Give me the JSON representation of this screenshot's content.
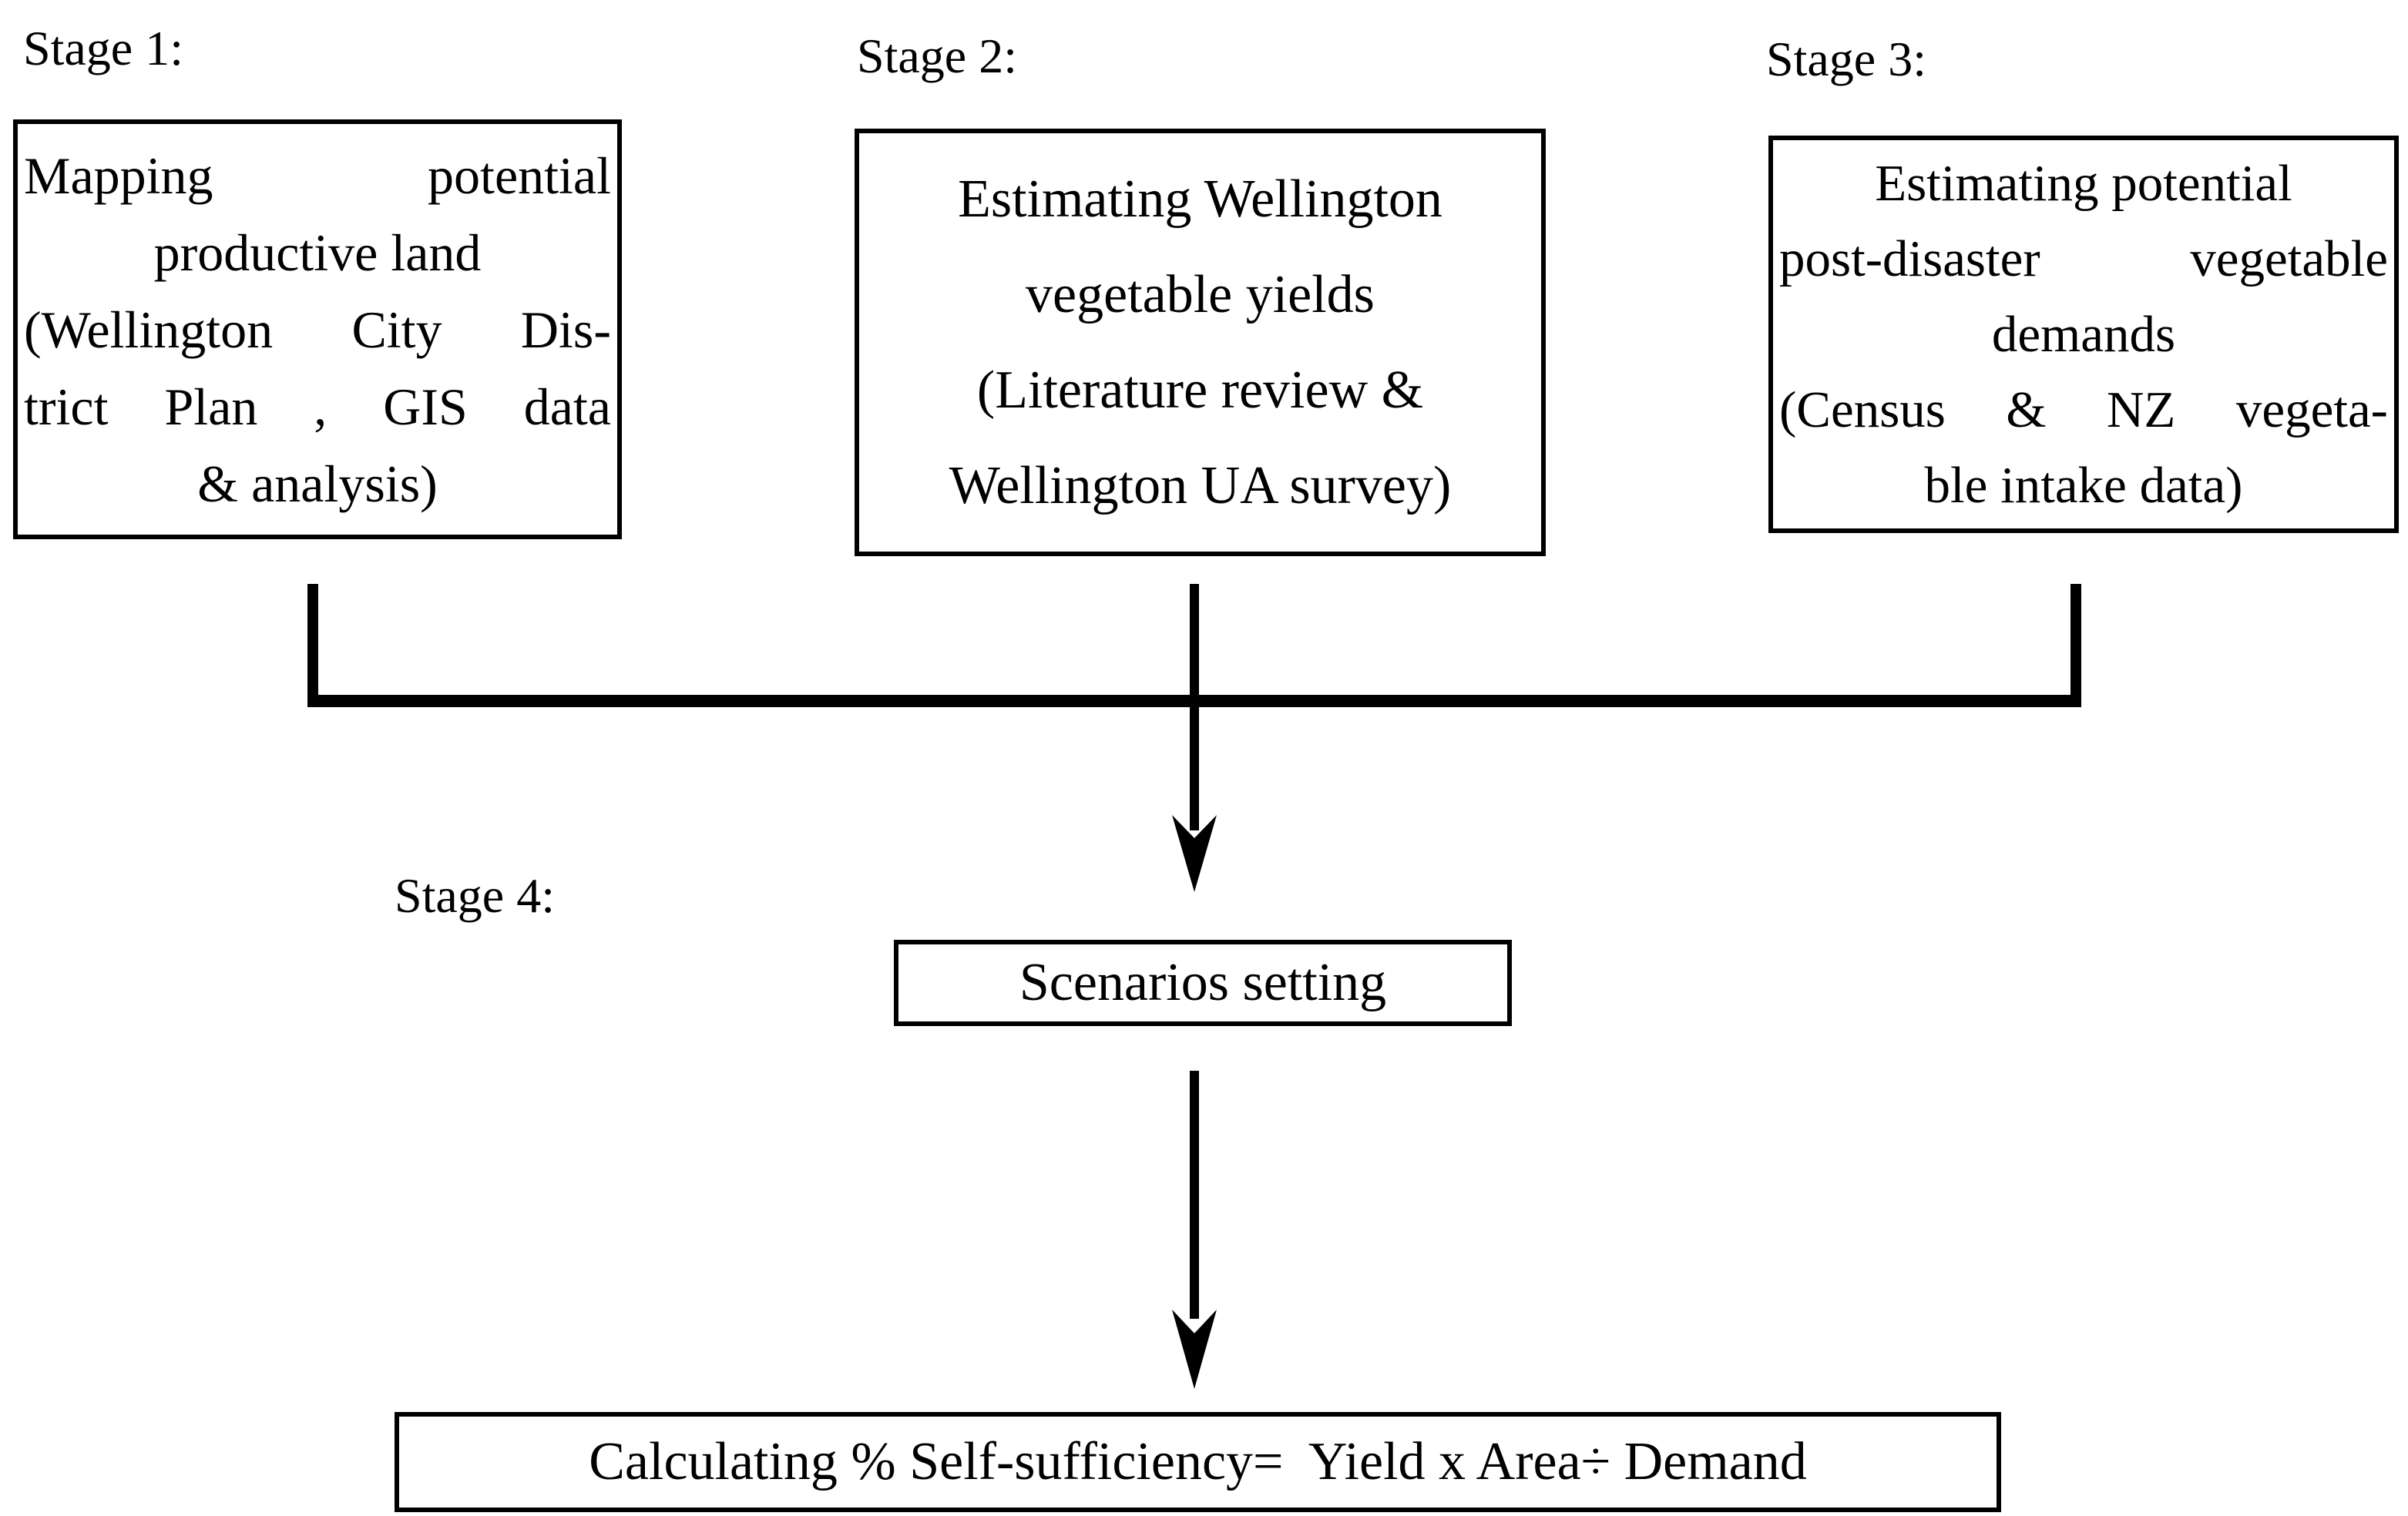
{
  "figure": {
    "background": "#ffffff",
    "ink": "#000000"
  },
  "stage1": {
    "label": "Stage 1:",
    "box_lines": [
      "Mapping potential",
      "productive land",
      "(Wellington City Dis-",
      "trict Plan , GIS data",
      "& analysis)"
    ]
  },
  "stage2": {
    "label": "Stage 2:",
    "box_lines": [
      "Estimating Wellington",
      "vegetable yields",
      "(Literature review &",
      "Wellington UA survey)"
    ]
  },
  "stage3": {
    "label": "Stage 3:",
    "box_lines": [
      "Estimating potential",
      "post-disaster vegetable",
      "demands",
      "(Census & NZ vegeta-",
      "ble intake data)"
    ]
  },
  "stage4": {
    "label": "Stage 4:",
    "scenarios_box_text": "Scenarios setting",
    "calculation_box_text": "Calculating % Self-sufficiency=  Yield x Area÷ Demand"
  }
}
